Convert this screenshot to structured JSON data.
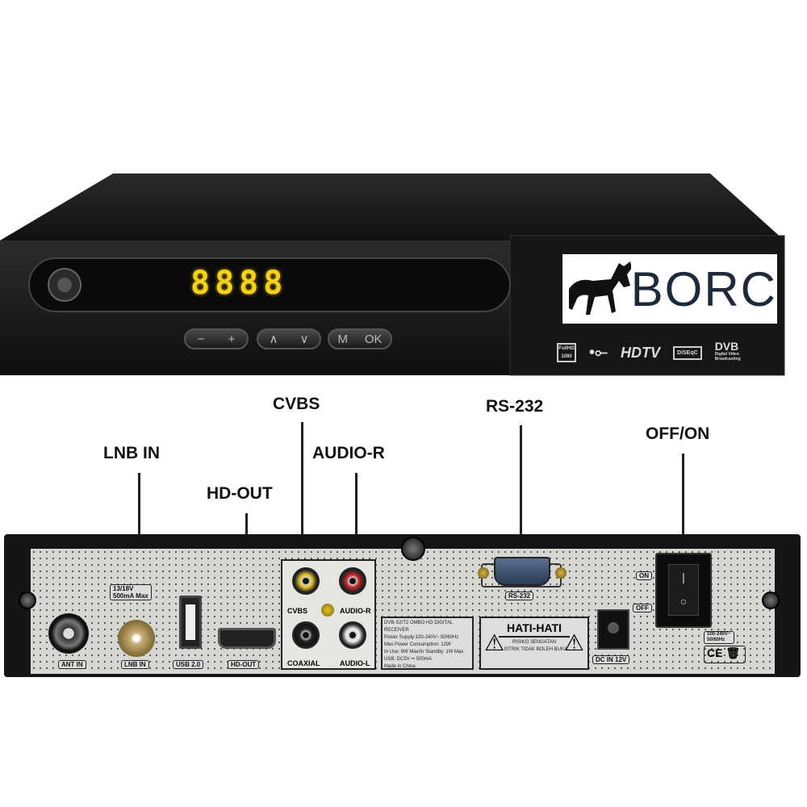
{
  "front": {
    "display": "8888",
    "buttons": [
      {
        "left": "−",
        "right": "+"
      },
      {
        "left": "∧",
        "right": "∨"
      },
      {
        "left": "M",
        "right": "OK"
      }
    ],
    "brand": "BORC",
    "logos": [
      "FullHD 1080",
      "usb-icon",
      "HDTV",
      "DiSEqC",
      "DVB Digital Video Broadcasting"
    ]
  },
  "callouts": {
    "lnb_in": "LNB IN",
    "hd_out": "HD-OUT",
    "cvbs": "CVBS",
    "audio_r": "AUDIO-R",
    "rs232": "RS-232",
    "off_on": "OFF/ON"
  },
  "back": {
    "ant_in": "ANT IN",
    "lnb_in": "LNB IN",
    "lnb_spec1": "13/18V",
    "lnb_spec2": "500mA Max",
    "usb": "USB 2.0",
    "hd_out": "HD-OUT",
    "cvbs": "CVBS",
    "audio_r": "AUDIO-R",
    "coaxial": "COAXIAL",
    "audio_l": "AUDIO-L",
    "info": [
      "DVB-S2/T2 OMBO HD DIGITAL RECEIVER",
      "Power Supply:100-240V~ 50/60Hz",
      "Max Power Consumption: 12W",
      "In Use: 6W Max/In Standby: 1W Max",
      "USB: DC5V ⎓ 500mA",
      "Made in China"
    ],
    "warning_title": "HATI-HATI",
    "warning_line1": "RISIKO SENGATAN",
    "warning_line2": "LISTRIK TIDAK BOLEH BUKA",
    "rs232": "RS-232",
    "dc_in": "DC IN 12V",
    "on": "ON",
    "off": "OFF",
    "power_spec1": "100-240V~",
    "power_spec2": "50/60Hz",
    "ce": "CE"
  }
}
